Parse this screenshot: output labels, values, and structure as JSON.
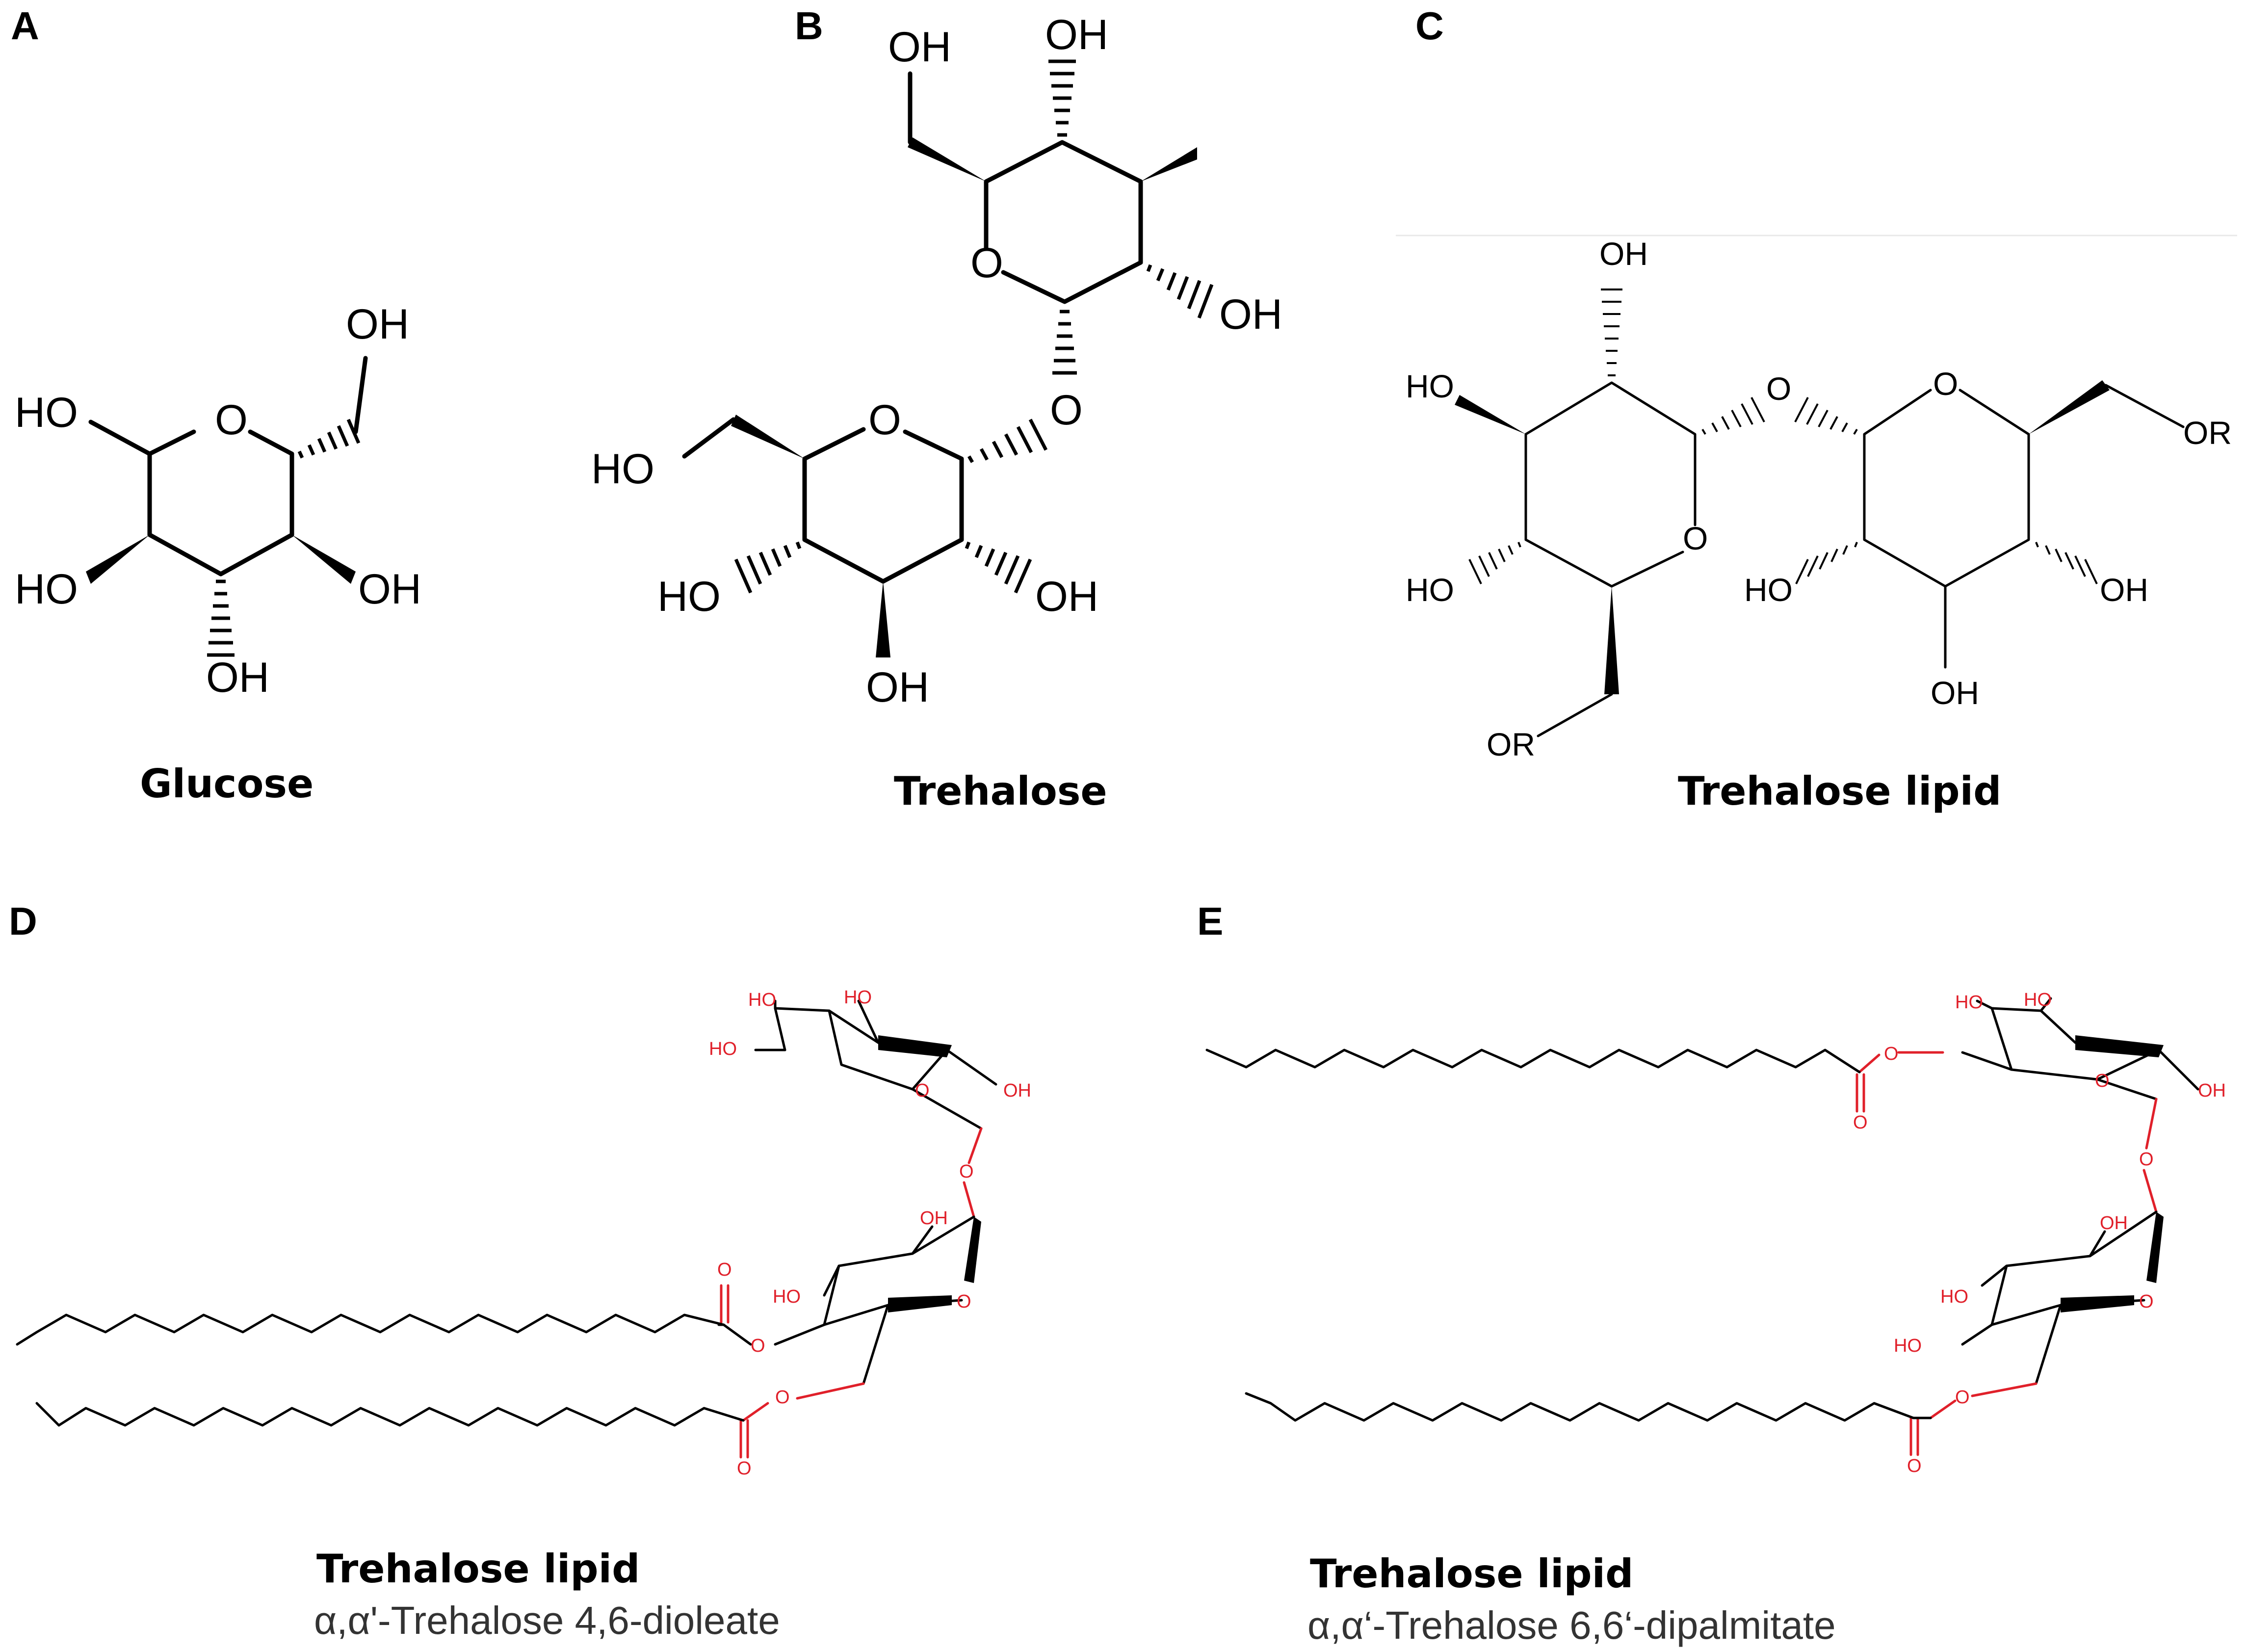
{
  "panels": {
    "A": {
      "letter": "A",
      "caption": "Glucose"
    },
    "B": {
      "letter": "B",
      "caption": "Trehalose"
    },
    "C": {
      "letter": "C",
      "caption": "Trehalose lipid"
    },
    "D": {
      "letter": "D",
      "caption": "Trehalose lipid",
      "subcaption": "α,α'-Trehalose  4,6-dioleate"
    },
    "E": {
      "letter": "E",
      "caption": "Trehalose lipid",
      "subcaption": "α,α‘-Trehalose  6,6‘-dipalmitate"
    }
  },
  "atoms": {
    "oh": "OH",
    "ho": "HO",
    "o": "O",
    "or": "OR"
  },
  "colors": {
    "bond": "#000000",
    "heteroatom_small": "#e0202a"
  }
}
